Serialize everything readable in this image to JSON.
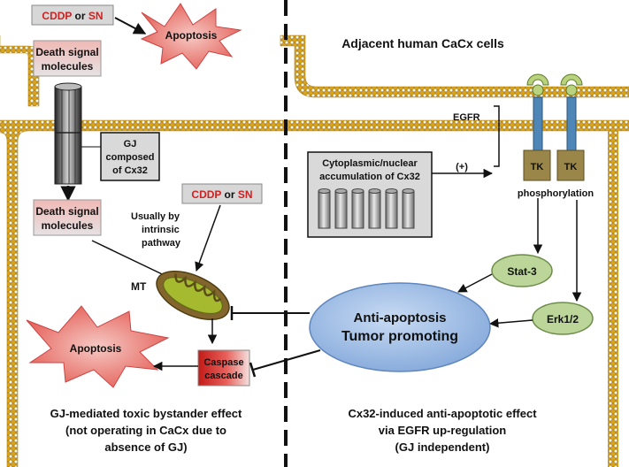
{
  "top_left": {
    "drug_label_1": "CDDP",
    "drug_label_or": " or ",
    "drug_label_2": "SN",
    "apoptosis_top": "Apoptosis",
    "death_signal_top_line1": "Death signal",
    "death_signal_top_line2": "molecules",
    "gj_label_line1": "GJ",
    "gj_label_line2": "composed",
    "gj_label_line3": "of Cx32"
  },
  "adjacent_cells_label": "Adjacent human CaCx cells",
  "left_panel": {
    "death_signal_line1": "Death signal",
    "death_signal_line2": "molecules",
    "drug_label_1": "CDDP",
    "drug_label_or": " or ",
    "drug_label_2": "SN",
    "intrinsic_line1": "Usually by",
    "intrinsic_line2": "intrinsic",
    "intrinsic_line3": "pathway",
    "mt_label": "MT",
    "apoptosis_bottom": "Apoptosis",
    "caspase_line1": "Caspase",
    "caspase_line2": "cascade",
    "footer_line1": "GJ-mediated toxic bystander effect",
    "footer_line2": "(not operating in CaCx due to",
    "footer_line3": "absence of GJ)"
  },
  "right_panel": {
    "egfr_label": "EGFR",
    "plus_label": "(+)",
    "cyto_line1": "Cytoplasmic/nuclear",
    "cyto_line2": "accumulation of Cx32",
    "tk_label_1": "TK",
    "tk_label_2": "TK",
    "phosphorylation": "phosphorylation",
    "stat3": "Stat-3",
    "erk": "Erk1/2",
    "anti_apoptosis": "Anti-apoptosis",
    "tumor_promoting": "Tumor promoting",
    "footer_line1": "Cx32-induced anti-apoptotic effect",
    "footer_line2": "via EGFR up-regulation",
    "footer_line3": "(GJ independent)"
  },
  "colors": {
    "membrane_lipid": "#d9a21b",
    "drug_red": "#d21f1f",
    "ellipse_fill": "#9fbde6",
    "tumor_promoting_text": "#3f6e2a",
    "kinase_green": "#bcd69a",
    "receptor_green": "#b8d27e",
    "tk_brown": "#9a8648"
  }
}
